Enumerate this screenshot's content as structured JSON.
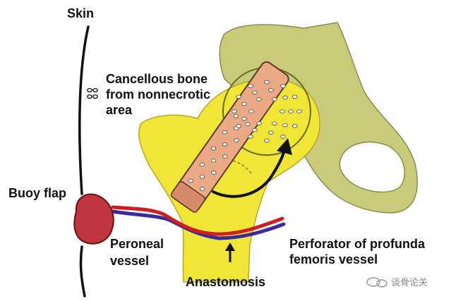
{
  "labels": {
    "skin": "Skin",
    "cancellous_line1": "Cancellous bone",
    "cancellous_line2": "from nonnecrotic",
    "cancellous_line3": "area",
    "buoy_flap": "Buoy flap",
    "peroneal_line1": "Peroneal",
    "peroneal_line2": "vessel",
    "perforator_line1": "Perforator of profunda",
    "perforator_line2": "femoris vessel",
    "anastomosis": "Anastomosis"
  },
  "watermark": {
    "text": "谈骨论关"
  },
  "colors": {
    "pelvis": "#c8cc7a",
    "femur": "#f0e636",
    "graft": "#e9aa85",
    "flap": "#c0353f",
    "artery": "#d01e1e",
    "vein": "#3a2aa0",
    "skin_line": "#111111"
  }
}
